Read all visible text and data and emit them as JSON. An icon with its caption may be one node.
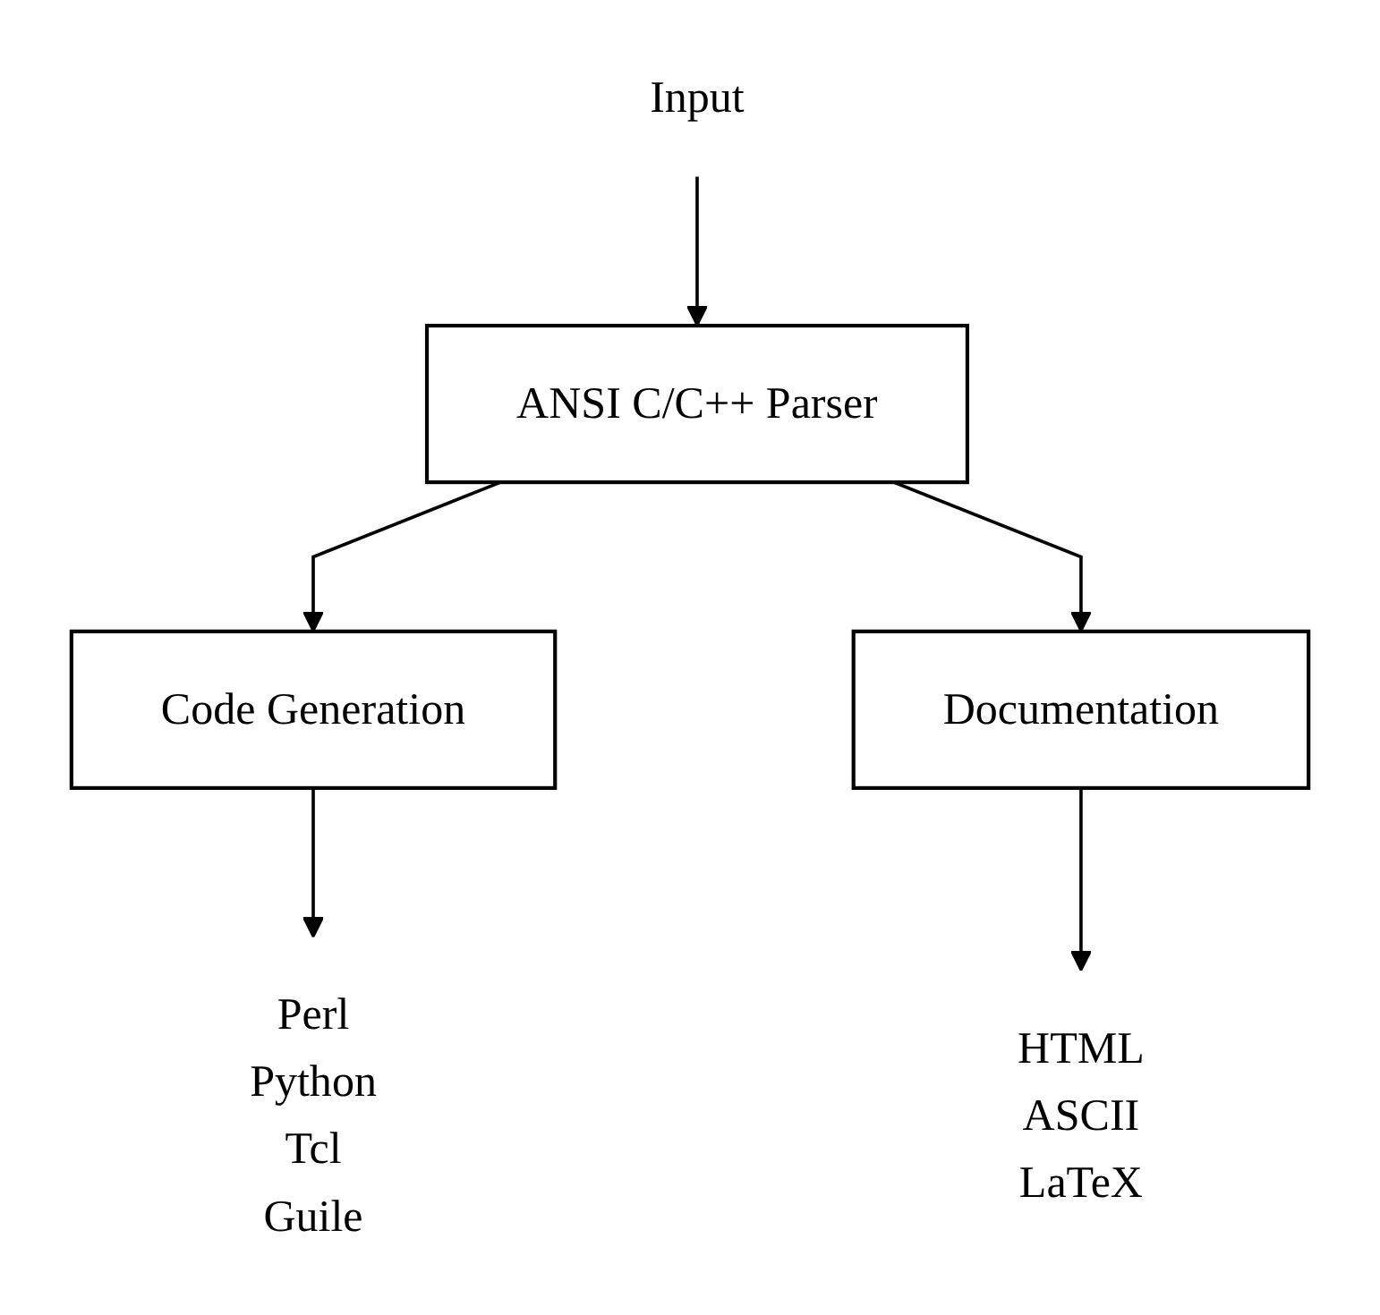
{
  "diagram": {
    "nodes": [
      {
        "text": [
          "Input"
        ]
      },
      {
        "text": [
          "ANSI C/C++ Parser"
        ]
      },
      {
        "text": [
          "Code Generation"
        ]
      },
      {
        "text": [
          "Documentation"
        ]
      },
      {
        "text": [
          "Perl",
          "Python",
          "Tcl",
          "Guile"
        ]
      },
      {
        "text": [
          "HTML",
          "ASCII",
          "LaTeX"
        ]
      }
    ],
    "edges": [
      {
        "from": 0,
        "to": 1,
        "arrow": "to"
      },
      {
        "from": 1,
        "to": 2,
        "arrow": "to"
      },
      {
        "from": 1,
        "to": 3,
        "arrow": "to"
      },
      {
        "from": 2,
        "to": 4,
        "arrow": "to"
      },
      {
        "from": 3,
        "to": 5,
        "arrow": "to"
      }
    ]
  }
}
